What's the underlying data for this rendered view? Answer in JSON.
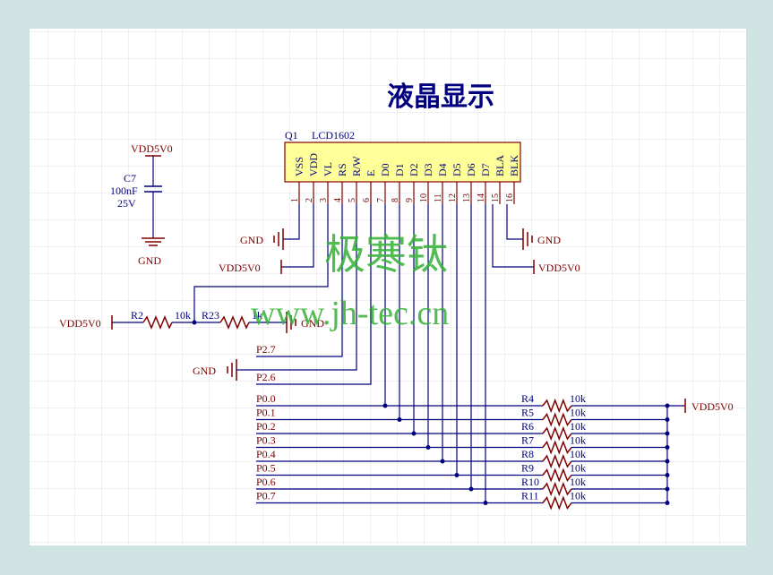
{
  "title": "液晶显示",
  "component": {
    "ref": "Q1",
    "part": "LCD1602",
    "pins": [
      {
        "num": "1",
        "name": "VSS"
      },
      {
        "num": "2",
        "name": "VDD"
      },
      {
        "num": "3",
        "name": "VL"
      },
      {
        "num": "4",
        "name": "RS"
      },
      {
        "num": "5",
        "name": "R/W"
      },
      {
        "num": "6",
        "name": "E"
      },
      {
        "num": "7",
        "name": "D0"
      },
      {
        "num": "8",
        "name": "D1"
      },
      {
        "num": "9",
        "name": "D2"
      },
      {
        "num": "10",
        "name": "D3"
      },
      {
        "num": "11",
        "name": "D4"
      },
      {
        "num": "12",
        "name": "D5"
      },
      {
        "num": "13",
        "name": "D6"
      },
      {
        "num": "14",
        "name": "D7"
      },
      {
        "num": "15",
        "name": "BLA"
      },
      {
        "num": "16",
        "name": "BLK"
      }
    ]
  },
  "capacitor": {
    "ref": "C7",
    "value": "100nF",
    "voltage": "25V"
  },
  "power": {
    "vdd": "VDD5V0",
    "gnd": "GND"
  },
  "resistors": {
    "r2": {
      "ref": "R2",
      "value": "10k"
    },
    "r23": {
      "ref": "R23",
      "value": "1k"
    },
    "pullups": [
      {
        "ref": "R4",
        "value": "10k"
      },
      {
        "ref": "R5",
        "value": "10k"
      },
      {
        "ref": "R6",
        "value": "10k"
      },
      {
        "ref": "R7",
        "value": "10k"
      },
      {
        "ref": "R8",
        "value": "10k"
      },
      {
        "ref": "R9",
        "value": "10k"
      },
      {
        "ref": "R10",
        "value": "10k"
      },
      {
        "ref": "R11",
        "value": "10k"
      }
    ]
  },
  "nets": {
    "control": [
      "P2.7",
      "P2.6"
    ],
    "data": [
      "P0.0",
      "P0.1",
      "P0.2",
      "P0.3",
      "P0.4",
      "P0.5",
      "P0.6",
      "P0.7"
    ]
  },
  "watermark": {
    "line1": "极寒钛",
    "line2": "www.jh-tec.cn"
  },
  "colors": {
    "wire": "#00007f",
    "power": "#7f0000",
    "component_fill": "#ffff99",
    "component_stroke": "#7f0000",
    "watermark": "#33b033"
  }
}
